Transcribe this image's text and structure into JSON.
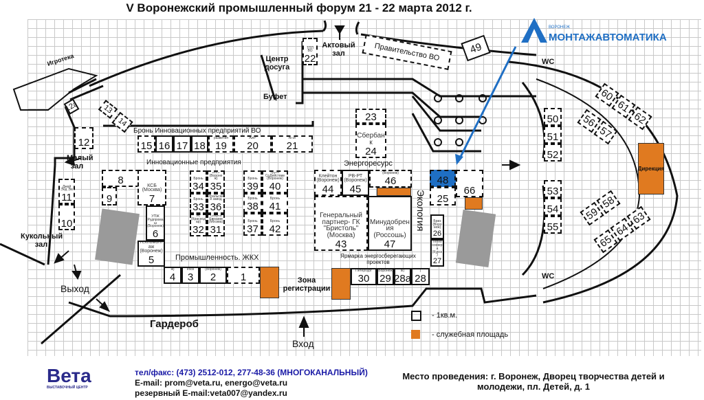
{
  "title": "V Воронежский промышленный форум 21 - 22 марта 2012 г.",
  "sponsor": {
    "city": "ВОРОНЕЖ",
    "name": "МОНТАЖАВТОМАТИКА",
    "color": "#1f6fc4"
  },
  "zones": {
    "igroteka": "Игротека",
    "small_hall": "Малый зал",
    "puppet_hall": "Кукольный зал",
    "exit": "Выход",
    "cloakroom": "Гардероб",
    "entrance": "Вход",
    "registration": "Зона регистрации",
    "leisure": "Центр досуга",
    "buffet": "Буфет",
    "assembly_hall": "Актовый зал",
    "energy": "Энергоресурс",
    "innov_bron": "Бронь Инновационных предприятий ВО",
    "innov": "Инновационные предприятия",
    "industry": "Промышленность. ЖКХ",
    "ecology": "Экология",
    "fair": "Ярмарка энергосберегающих проектов",
    "wc_top": "WC",
    "wc_bottom": "WC",
    "direction": "Дирекция"
  },
  "booths": {
    "b12a": {
      "num": "12а",
      "sub": ""
    },
    "b12": {
      "num": "12",
      "sub": ""
    },
    "b13": {
      "num": "13",
      "sub": ""
    },
    "b14": {
      "num": "14",
      "sub": ""
    },
    "b15": {
      "num": "15",
      "sub": ""
    },
    "b16": {
      "num": "16",
      "sub": ""
    },
    "b17": {
      "num": "17",
      "sub": ""
    },
    "b18": {
      "num": "18",
      "sub": ""
    },
    "b19": {
      "num": "19",
      "sub": "Центр кластерного развития"
    },
    "b20": {
      "num": "20",
      "sub": "АИР"
    },
    "b21": {
      "num": "21",
      "sub": "АПИ"
    },
    "b22": {
      "num": "22",
      "sub": "ТПП ВО"
    },
    "b23": {
      "num": "23",
      "sub": ""
    },
    "b24": {
      "num": "24",
      "sub": "Сбербанк"
    },
    "b49": {
      "num": "49",
      "sub": ""
    },
    "b11": {
      "num": "11",
      "sub": "Джей Энд Эм"
    },
    "b10": {
      "num": "10",
      "sub": ""
    },
    "b8": {
      "num": "8",
      "sub": ""
    },
    "b9": {
      "num": "9",
      "sub": ""
    },
    "b7": {
      "num": "7",
      "sub": "КСБ (Москва)"
    },
    "b6": {
      "num": "6",
      "sub": "УПЖ Рудпромаш (Воронеж)"
    },
    "b5": {
      "num": "5",
      "sub": "Техномонтаж (Воронеж)"
    },
    "b34": {
      "num": "34",
      "sub": "Бронь"
    },
    "b35": {
      "num": "35",
      "sub": "ВМЗ (Воронеж)"
    },
    "b33": {
      "num": "33",
      "sub": "Бронь"
    },
    "b36": {
      "num": "36",
      "sub": "Уральский завод"
    },
    "b32": {
      "num": "32",
      "sub": "Ворвер РусСервис (Краснодар)"
    },
    "b31": {
      "num": "31",
      "sub": "Сварка Евразии (Москва)"
    },
    "b39": {
      "num": "39",
      "sub": "Бронь"
    },
    "b40": {
      "num": "40",
      "sub": "Объединение групп СоДействие (Воронеж)"
    },
    "b38": {
      "num": "38",
      "sub": "Бронь"
    },
    "b41": {
      "num": "41",
      "sub": "Бронь"
    },
    "b37": {
      "num": "37",
      "sub": "Бронь"
    },
    "b42": {
      "num": "42",
      "sub": "Бронь"
    },
    "b4": {
      "num": "4",
      "sub": "Воронежгрупп (Воронеж)"
    },
    "b3": {
      "num": "3",
      "sub": "БОРОВИЧИ Борисоглебск"
    },
    "b2": {
      "num": "2",
      "sub": "Электроснабжение (Воронеж)"
    },
    "b1": {
      "num": "1",
      "sub": ""
    },
    "b44": {
      "num": "44",
      "sub": "Клейтон (Воронеж)"
    },
    "b45": {
      "num": "45",
      "sub": "РВ-РТ (Воронеж)"
    },
    "b46": {
      "num": "46",
      "sub": "Протон-Энерго (Воронеж)"
    },
    "b43": {
      "num": "43",
      "sub": "Генеральный партнер- ГК \"Бристоль\" (Москва)"
    },
    "b47": {
      "num": "47",
      "sub": "Минудобрения (Россошь)"
    },
    "b48": {
      "num": "48",
      "sub": ""
    },
    "b66": {
      "num": "66",
      "sub": ""
    },
    "b25": {
      "num": "25",
      "sub": ""
    },
    "b26": {
      "num": "26",
      "sub": "Бриз (Воронеж)"
    },
    "b27": {
      "num": "27",
      "sub": "Технософера (Курск)"
    },
    "b30": {
      "num": "30",
      "sub": "Флюгер Санкт-Петербург"
    },
    "b29": {
      "num": "29",
      "sub": "Элемер-Воронеж"
    },
    "b28a": {
      "num": "28а",
      "sub": "Электрооборудование (Воронеж)"
    },
    "b28": {
      "num": "28",
      "sub": "Спектр (Воронеж)"
    },
    "b50": {
      "num": "50",
      "sub": ""
    },
    "b51": {
      "num": "51",
      "sub": ""
    },
    "b52": {
      "num": "52",
      "sub": ""
    },
    "b53": {
      "num": "53",
      "sub": ""
    },
    "b54": {
      "num": "54",
      "sub": ""
    },
    "b55": {
      "num": "55",
      "sub": ""
    },
    "b56": {
      "num": "56",
      "sub": ""
    },
    "b57": {
      "num": "57",
      "sub": ""
    },
    "b58": {
      "num": "58",
      "sub": ""
    },
    "b59": {
      "num": "59",
      "sub": ""
    },
    "b60": {
      "num": "60",
      "sub": ""
    },
    "b61": {
      "num": "61",
      "sub": ""
    },
    "b62": {
      "num": "62",
      "sub": ""
    },
    "b63": {
      "num": "63",
      "sub": ""
    },
    "b64": {
      "num": "64",
      "sub": ""
    },
    "b65": {
      "num": "65",
      "sub": ""
    }
  },
  "government": "Правительство ВО",
  "legend": {
    "unit": "- 1кв.м.",
    "service": "- служебная площадь",
    "service_color": "#e07a20"
  },
  "footer": {
    "logo": "Вета",
    "logo_sub": "ВЫСТАВОЧНЫЙ ЦЕНТР",
    "phone": "тел/факс: (473) 2512-012, 277-48-36  (МНОГОКАНАЛЬНЫЙ)",
    "email": "E-mail: prom@veta.ru, energo@veta.ru",
    "reserve_label": "резервный",
    "reserve_email": " E-mail:veta007@yandex.ru",
    "venue_1": "Место проведения: г. Воронеж, Дворец творчества детей и",
    "venue_2": "молодежи, пл. Детей, д. 1"
  }
}
